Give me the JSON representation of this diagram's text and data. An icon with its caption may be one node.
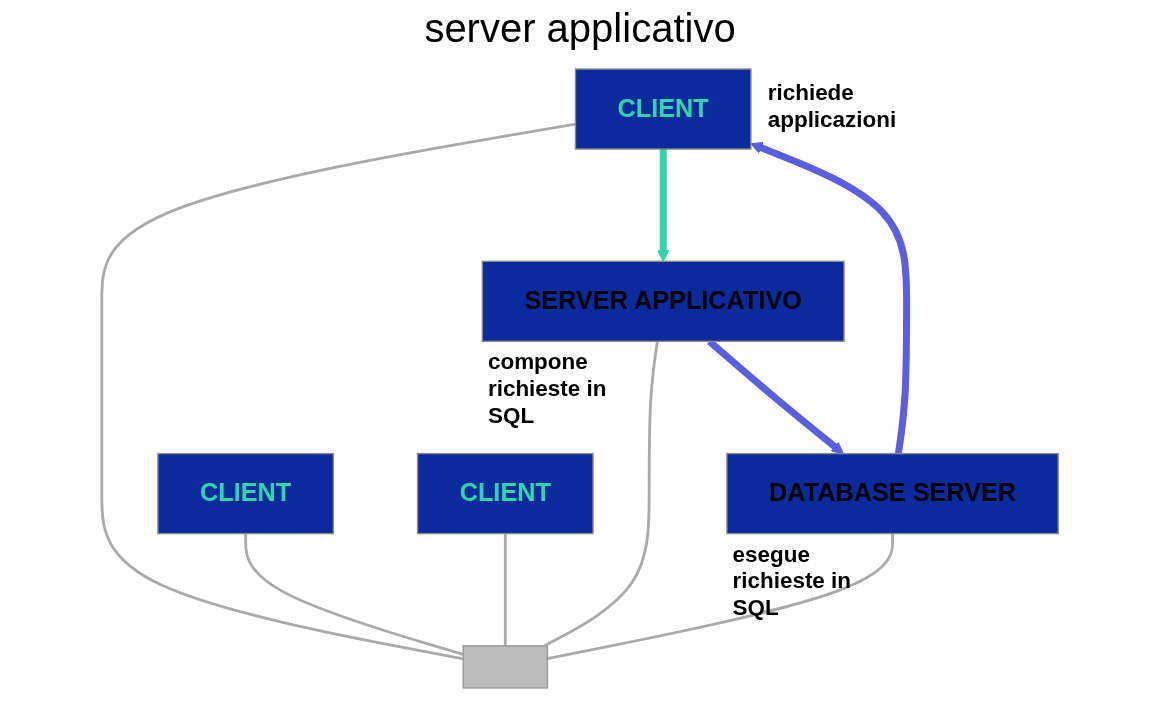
{
  "diagram": {
    "title": "server applicativo",
    "nodes": [
      {
        "text": [
          "CLIENT"
        ],
        "beside": [
          "richiede applicazioni"
        ]
      },
      {
        "text": [
          "CLIENT"
        ]
      },
      {
        "text": [
          "CLIENT"
        ]
      },
      {
        "text": [],
        "shape": "bar"
      },
      {
        "text": [
          "SERVER APPLICATIVO"
        ],
        "beside": [
          "compone richieste in SQL"
        ]
      },
      {
        "text": [
          "DATABASE SERVER"
        ],
        "beside": [
          "esegue richieste in SQL"
        ]
      }
    ],
    "edges": [
      {
        "from": 0,
        "to": 3,
        "arrow": "none"
      },
      {
        "from": 1,
        "to": 3,
        "arrow": "none"
      },
      {
        "from": 2,
        "to": 3,
        "arrow": "none"
      },
      {
        "from": 4,
        "to": 3,
        "arrow": "none"
      },
      {
        "from": 5,
        "to": 3,
        "arrow": "none"
      },
      {
        "from": 0,
        "to": 4,
        "arrow": "to",
        "style": "thick",
        "color": "#2fd6a8"
      },
      {
        "from": 4,
        "to": 5,
        "arrow": "to",
        "style": "thick",
        "color": "#5a5ee0"
      },
      {
        "from": 5,
        "to": 0,
        "arrow": "to",
        "style": "thick",
        "color": "#5a5ee0"
      }
    ]
  }
}
